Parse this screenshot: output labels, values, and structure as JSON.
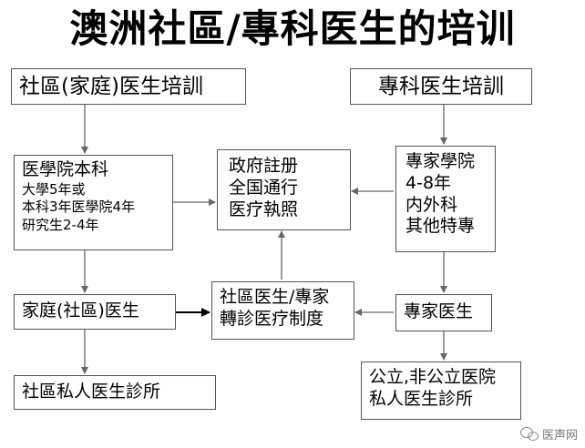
{
  "title": "澳洲社區/專科医生的培训",
  "nodes": {
    "family_training": "社區(家庭)医生培訓",
    "specialist_training": "專科医生培訓",
    "med_school": {
      "heading": "医學院本科",
      "lines": [
        "大學5年或",
        "本科3年医學院4年",
        "研究生2-4年"
      ]
    },
    "gov_registration": {
      "lines": [
        "政府註册",
        "全国通行",
        "医疗執照"
      ]
    },
    "specialist_college": {
      "lines": [
        "專家學院",
        "4-8年",
        "内外科",
        "其他特專"
      ]
    },
    "family_doctor": "家庭(社區)医生",
    "referral_system": {
      "lines": [
        "社區医生/專家",
        "轉診医疗制度"
      ]
    },
    "specialist_doctor": "專家医生",
    "private_clinic": "社區私人医生診所",
    "hospitals": {
      "lines": [
        "公立,非公立医院",
        "私人医生診所"
      ]
    }
  },
  "watermark": "医声网"
}
